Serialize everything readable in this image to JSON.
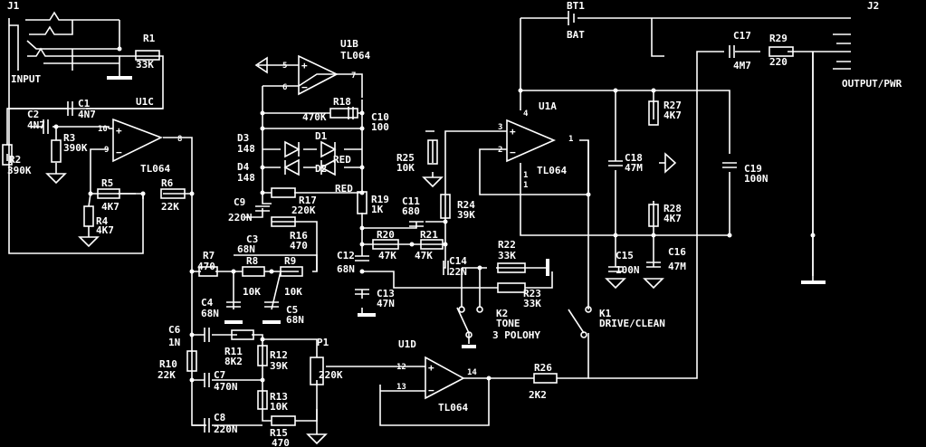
{
  "connectors": {
    "j1": {
      "ref": "J1",
      "name": "INPUT"
    },
    "j2": {
      "ref": "J2",
      "name": "OUTPUT/PWR"
    },
    "bt1": {
      "ref": "BT1",
      "name": "BAT"
    }
  },
  "opamps": {
    "u1a": {
      "ref": "U1A",
      "type": "TL064",
      "pins": [
        "3",
        "2",
        "1",
        "4",
        "1",
        "1"
      ]
    },
    "u1b": {
      "ref": "U1B",
      "type": "TL064",
      "pins": [
        "5",
        "6",
        "7"
      ]
    },
    "u1c": {
      "ref": "U1C",
      "type": "TL064",
      "pins": [
        "10",
        "9",
        "8"
      ]
    },
    "u1d": {
      "ref": "U1D",
      "type": "TL064",
      "pins": [
        "12",
        "13",
        "14"
      ]
    }
  },
  "resistors": {
    "r1": {
      "ref": "R1",
      "value": "33K"
    },
    "r2": {
      "ref": "R2",
      "value": "390K"
    },
    "r3": {
      "ref": "R3",
      "value": "390K"
    },
    "r4": {
      "ref": "R4",
      "value": "4K7"
    },
    "r5": {
      "ref": "R5",
      "value": "4K7"
    },
    "r6": {
      "ref": "R6",
      "value": "22K"
    },
    "r7": {
      "ref": "R7",
      "value": "470"
    },
    "r8": {
      "ref": "R8",
      "value": "10K"
    },
    "r9": {
      "ref": "R9",
      "value": "10K"
    },
    "r10": {
      "ref": "R10",
      "value": "22K"
    },
    "r11": {
      "ref": "R11",
      "value": "8K2"
    },
    "r12": {
      "ref": "R12",
      "value": "39K"
    },
    "r13": {
      "ref": "R13",
      "value": "10K"
    },
    "r15": {
      "ref": "R15",
      "value": "470"
    },
    "r16": {
      "ref": "R16",
      "value": "470"
    },
    "r17": {
      "ref": "R17",
      "value": "220K"
    },
    "r18": {
      "ref": "R18",
      "value": "470K"
    },
    "r19": {
      "ref": "R19",
      "value": "1K"
    },
    "r20": {
      "ref": "R20",
      "value": "47K"
    },
    "r21": {
      "ref": "R21",
      "value": "47K"
    },
    "r22": {
      "ref": "R22",
      "value": "33K"
    },
    "r23": {
      "ref": "R23",
      "value": "33K"
    },
    "r24": {
      "ref": "R24",
      "value": "39K"
    },
    "r25": {
      "ref": "R25",
      "value": "10K"
    },
    "r26": {
      "ref": "R26",
      "value": "2K2"
    },
    "r27": {
      "ref": "R27",
      "value": "4K7"
    },
    "r28": {
      "ref": "R28",
      "value": "4K7"
    },
    "r29": {
      "ref": "R29",
      "value": "220"
    }
  },
  "capacitors": {
    "c1": {
      "ref": "C1",
      "value": "4N7"
    },
    "c2": {
      "ref": "C2",
      "value": "4N7"
    },
    "c3": {
      "ref": "C3",
      "value": "68N"
    },
    "c4": {
      "ref": "C4",
      "value": "68N"
    },
    "c5": {
      "ref": "C5",
      "value": "68N"
    },
    "c6": {
      "ref": "C6",
      "value": "1N"
    },
    "c7": {
      "ref": "C7",
      "value": "470N"
    },
    "c8": {
      "ref": "C8",
      "value": "220N"
    },
    "c9": {
      "ref": "C9",
      "value": "220N"
    },
    "c10": {
      "ref": "C10",
      "value": "100"
    },
    "c11": {
      "ref": "C11",
      "value": "680"
    },
    "c12": {
      "ref": "C12",
      "value": "68N"
    },
    "c13": {
      "ref": "C13",
      "value": "47N"
    },
    "c14": {
      "ref": "C14",
      "value": "22N"
    },
    "c15": {
      "ref": "C15",
      "value": "100N"
    },
    "c16": {
      "ref": "C16",
      "value": "47M"
    },
    "c17": {
      "ref": "C17",
      "value": "4M7"
    },
    "c18": {
      "ref": "C18",
      "value": "47M"
    },
    "c19": {
      "ref": "C19",
      "value": "100N"
    }
  },
  "diodes": {
    "d1": {
      "ref": "D1",
      "value": "RED"
    },
    "d2": {
      "ref": "D2",
      "value": "RED"
    },
    "d3": {
      "ref": "D3",
      "value": "148"
    },
    "d4": {
      "ref": "D4",
      "value": "148"
    }
  },
  "pot": {
    "ref": "P1",
    "value": "220K"
  },
  "switches": {
    "k1": {
      "ref": "K1",
      "name": "DRIVE/CLEAN"
    },
    "k2": {
      "ref": "K2",
      "name": "TONE",
      "note": "3 POLOHY"
    }
  },
  "colors": {
    "background": "#000000",
    "ink": "#ffffff"
  }
}
